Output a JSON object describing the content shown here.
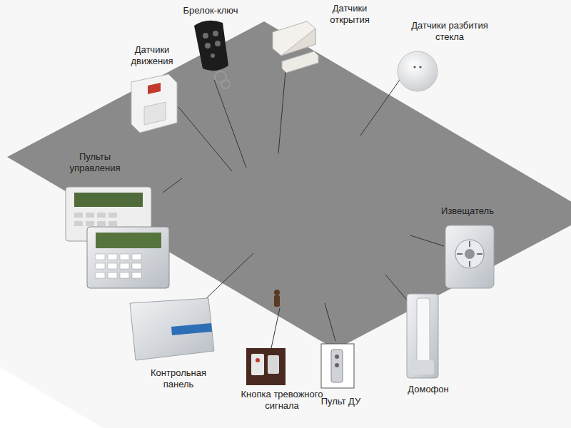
{
  "diagram": {
    "labels": [
      "Брелок-ключ",
      "Датчики открытия",
      "Датчики разбития стекла",
      "Датчики движения",
      "Пульты управления",
      "Извещатель",
      "Контрольная панель",
      "Кнопка тревожного сигнала",
      "Пульт ДУ",
      "Домофон"
    ]
  }
}
